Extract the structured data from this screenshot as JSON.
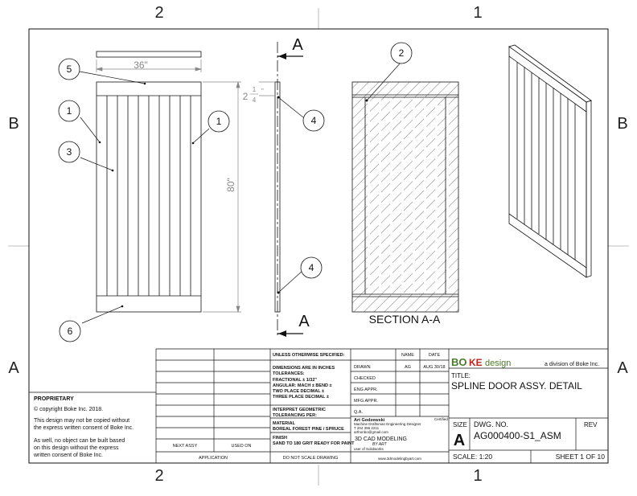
{
  "zones": {
    "top_left": "2",
    "top_right": "1",
    "bottom_left": "2",
    "bottom_right": "1",
    "left_top": "B",
    "left_bottom": "A",
    "right_top": "B",
    "right_bottom": "A"
  },
  "dimensions": {
    "width": "36\"",
    "height": "80\"",
    "rail_whole": "2",
    "rail_num": "1",
    "rail_den": "4",
    "rail_inch": "\""
  },
  "balloons": {
    "b5": "5",
    "b1_left": "1",
    "b3": "3",
    "b1_right": "1",
    "b6": "6",
    "b4_top": "4",
    "b4_bottom": "4",
    "b2": "2"
  },
  "section": {
    "cut_letter_top": "A",
    "cut_letter_bottom": "A",
    "label": "SECTION A-A"
  },
  "proprietary": {
    "heading": "PROPRIETARY",
    "copyright": "© copyright Boke Inc. 2018.",
    "line1": "This design may not be copied without",
    "line2": "the express written consent of Boke Inc.",
    "line3": "As well, no object can be built based",
    "line4": "on this design without the express",
    "line5": "written consent of Boke Inc."
  },
  "application": {
    "next_assy": "NEXT ASSY",
    "used_on": "USED ON",
    "label": "APPLICATION"
  },
  "spec": {
    "unless": "UNLESS OTHERWISE SPECIFIED:",
    "dims1": "DIMENSIONS ARE IN INCHES",
    "dims2": "TOLERANCES:",
    "fractional": "FRACTIONAL ± 1/32\"",
    "angular": "ANGULAR: MACH ±     BEND ±",
    "two_place": "TWO PLACE DECIMAL    ±",
    "three_place": "THREE PLACE DECIMAL  ±",
    "interp1": "INTERPRET GEOMETRIC",
    "interp2": "TOLERANCING PER:",
    "material_label": "MATERIAL",
    "material": "BOREAL FOREST PINE / SPRUCE",
    "finish_label": "FINISH",
    "finish": "SAND TO 180 GRIT READY FOR PAINT",
    "do_not_scale": "DO NOT SCALE DRAWING"
  },
  "approvals": {
    "name_header": "NAME",
    "date_header": "DATE",
    "drawn": "DRAWN",
    "drawn_name": "AG",
    "drawn_date": "AUG 30/18",
    "checked": "CHECKED",
    "eng": "ENG APPR.",
    "mfg": "MFG APPR.",
    "qa": "Q.A."
  },
  "designer": {
    "name": "Art Godzewski",
    "certified": "Certified",
    "title": "Machine Draftsman Engineering Designer",
    "phone": "T 204 396 2211",
    "email": "arthonbo@gmail.com",
    "logo_line1": "3D CAD MODELING",
    "logo_line2": "BY ART",
    "user": "user of Solidworks",
    "website": "www.3dmodelingbyart.com"
  },
  "company": {
    "logo_bo": "BO",
    "logo_ke": "KE",
    "logo_design": "design",
    "division": "a division of Boke Inc."
  },
  "title_block": {
    "title_label": "TITLE:",
    "title": "SPLINE DOOR ASSY. DETAIL",
    "size_label": "SIZE",
    "size": "A",
    "dwg_label": "DWG.  NO.",
    "dwg_no": "AG000400-S1_ASM",
    "rev_label": "REV",
    "scale": "SCALE: 1:20",
    "sheet": "SHEET 1 OF 10"
  },
  "colors": {
    "line": "#111111",
    "dim": "#888888",
    "logo_green": "#4a7a2a",
    "logo_red": "#c0201a"
  }
}
